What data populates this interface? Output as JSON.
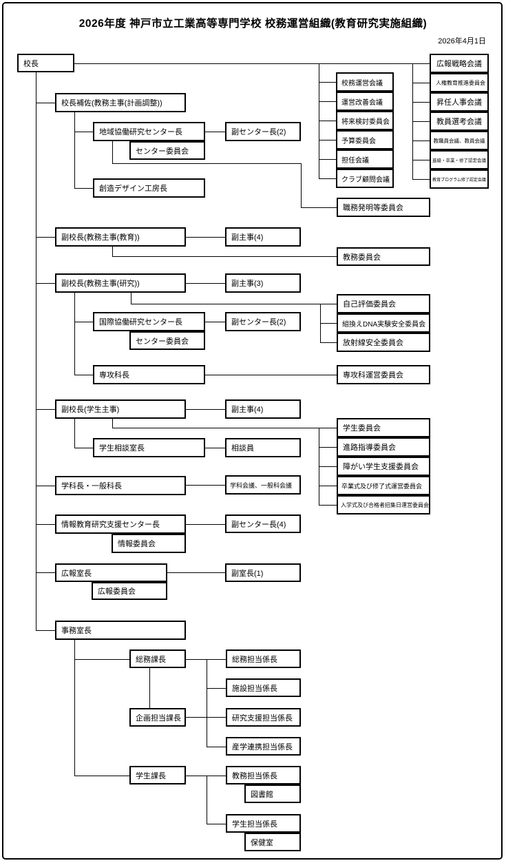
{
  "header": {
    "title": "2026年度 神戸市立工業高等専門学校 校務運営組織(教育研究実施組織)",
    "date": "2026年4月1日"
  },
  "org": {
    "principal": "校長",
    "top_committees_center": [
      "校務運営会議",
      "運営改善会議",
      "将来検討委員会",
      "予算委員会",
      "担任会議",
      "クラブ顧問会議"
    ],
    "top_committees_right": [
      "広報戦略会議",
      "人権教育推進委員会",
      "昇任人事会議",
      "教員選考会議",
      "教職員会議、教員会議",
      "進級・卒業・修了認定会議",
      "教育プログラム修了認定会議"
    ],
    "assistant": {
      "head": "校長補佐(教務主事(計画調整))",
      "regional_center_head": "地域協働研究センター長",
      "regional_center_vice": "副センター長(2)",
      "regional_center_committee": "センター委員会",
      "design_studio_head": "創造デザイン工房長",
      "invention_committee": "職務発明等委員会"
    },
    "education": {
      "head": "副校長(教務主事(教育))",
      "vice": "副主事(4)",
      "committee": "教務委員会"
    },
    "research": {
      "head": "副校長(教務主事(研究))",
      "vice": "副主事(3)",
      "committees": [
        "自己評価委員会",
        "組換えDNA実験安全委員会",
        "放射線安全委員会"
      ],
      "intl_center_head": "国際協働研究センター長",
      "intl_center_vice": "副センター長(2)",
      "intl_center_committee": "センター委員会",
      "advanced_course_head": "専攻科長",
      "advanced_course_committee": "専攻科運営委員会"
    },
    "student": {
      "head": "副校長(学生主事)",
      "vice": "副主事(4)",
      "committees": [
        "学生委員会",
        "進路指導委員会",
        "障がい学生支援委員会",
        "卒業式及び修了式運営委員会",
        "入学式及び合格者招集日運営委員会"
      ],
      "counseling_head": "学生相談室長",
      "counselor": "相談員"
    },
    "departments": {
      "head": "学科長・一般科長",
      "meetings": "学科会議、一般科会議"
    },
    "info_center": {
      "head": "情報教育研究支援センター長",
      "vice": "副センター長(4)",
      "committee": "情報委員会"
    },
    "pr_office": {
      "head": "広報室長",
      "vice": "副室長(1)",
      "committee": "広報委員会"
    },
    "admin": {
      "head": "事務室長",
      "general_chief": "総務課長",
      "general_sub": "総務担当係長",
      "facility_sub": "施設担当係長",
      "planning_chief": "企画担当課長",
      "research_sub": "研究支援担当係長",
      "industry_sub": "産学連携担当係長",
      "student_chief": "学生課長",
      "academic_sub": "教務担当係長",
      "library": "図書館",
      "student_sub": "学生担当係長",
      "health_room": "保健室"
    }
  }
}
